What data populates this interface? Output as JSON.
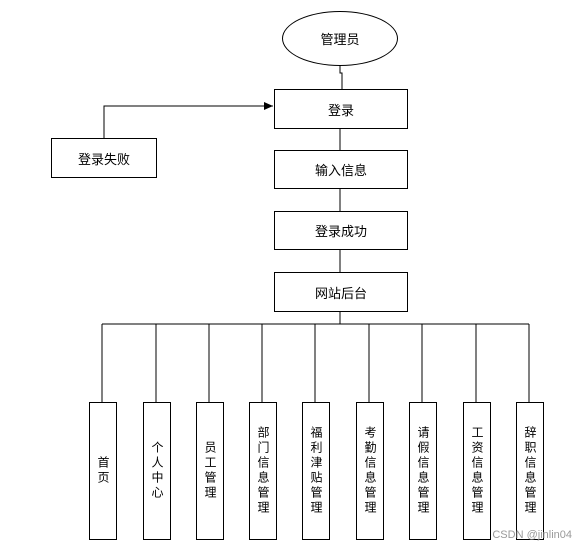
{
  "diagram": {
    "root": "管理员",
    "fail": "登录失败",
    "steps": [
      "登录",
      "输入信息",
      "登录成功",
      "网站后台"
    ],
    "modules": [
      "首页",
      "个人中心",
      "员工管理",
      "部门信息管理",
      "福利津贴管理",
      "考勤信息管理",
      "请假信息管理",
      "工资信息管理",
      "辞职信息管理"
    ]
  },
  "watermark": "CSDN @jinlin04"
}
